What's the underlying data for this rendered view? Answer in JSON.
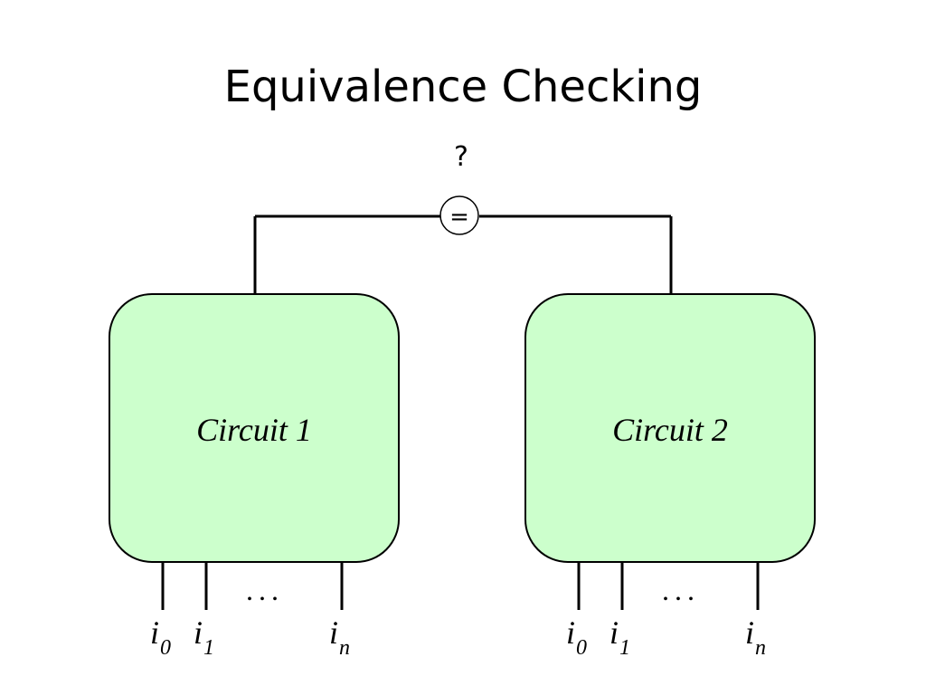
{
  "title": "Equivalence Checking",
  "comparator": {
    "question": "?",
    "symbol": "="
  },
  "circuits": [
    {
      "label": "Circuit 1",
      "inputs": [
        {
          "base": "i",
          "sub": "0"
        },
        {
          "base": "i",
          "sub": "1"
        },
        {
          "base": "i",
          "sub": "n"
        }
      ],
      "ellipsis": "..."
    },
    {
      "label": "Circuit 2",
      "inputs": [
        {
          "base": "i",
          "sub": "0"
        },
        {
          "base": "i",
          "sub": "1"
        },
        {
          "base": "i",
          "sub": "n"
        }
      ],
      "ellipsis": "..."
    }
  ],
  "colors": {
    "circuit_fill": "#ccffcc",
    "line": "#000000"
  }
}
